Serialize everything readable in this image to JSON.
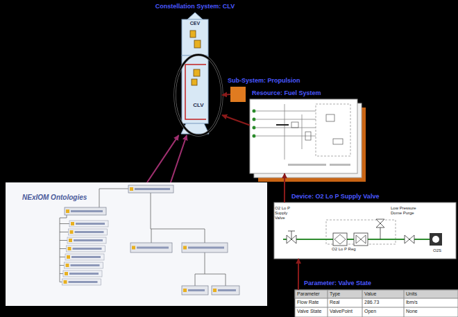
{
  "diagram": {
    "nodes": [
      {
        "text": [
          "Constellation System: CLV"
        ]
      },
      {
        "text": [
          "CEV"
        ],
        "in": 0
      },
      {
        "text": [
          "CLV"
        ],
        "in": 0
      },
      {
        "text": [
          "Sub-System: Propulsion"
        ]
      },
      {
        "text": [
          "Resource: Fuel System"
        ]
      },
      {
        "text": [
          "Device: O2 Lo P Supply Valve"
        ]
      },
      {
        "text": [
          "Parameter: Valve State"
        ]
      },
      {
        "text": [
          "NExIOM Ontologies"
        ]
      }
    ],
    "edges": [
      {
        "from": 3,
        "to": 2,
        "arrow": "to"
      },
      {
        "from": 4,
        "to": 2,
        "arrow": "to"
      },
      {
        "from": 5,
        "to": 4,
        "arrow": "to"
      },
      {
        "from": 6,
        "to": 5,
        "arrow": "to"
      },
      {
        "from": 7,
        "to": 2,
        "arrow": "to"
      },
      {
        "from": 7,
        "to": 2,
        "arrow": "to"
      }
    ],
    "labels": [
      "O2 Lo P Supply Valve",
      "Low Pressure Dome Purge",
      "O2 Lo P Reg",
      "O2S",
      "Parameter",
      "Type",
      "Value",
      "Units",
      "Flow Rate",
      "Real",
      "286.73",
      "lbm/s",
      "Valve State",
      "ValvePoint",
      "Open",
      "None"
    ]
  }
}
